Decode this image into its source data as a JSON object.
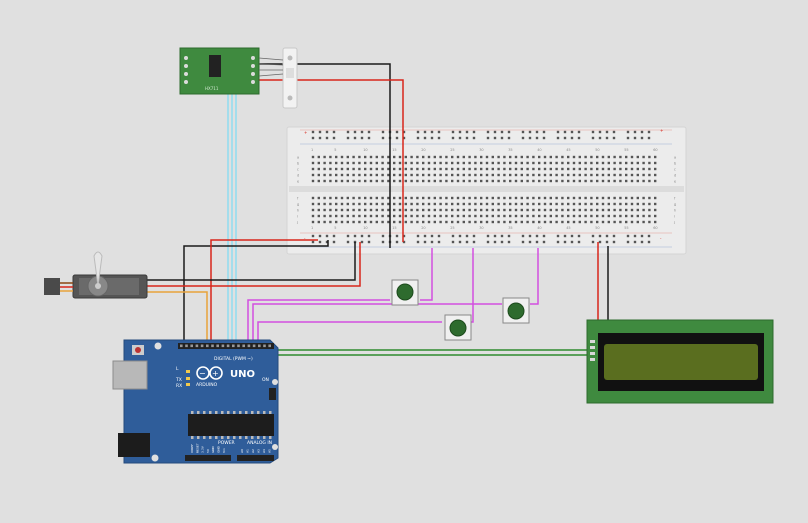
{
  "canvas": {
    "background": "#e0e0e0"
  },
  "breadboard": {
    "row_labels": [
      "a",
      "b",
      "c",
      "d",
      "e",
      "f",
      "g",
      "h",
      "i",
      "j"
    ],
    "column_labels": [
      "1",
      "5",
      "10",
      "15",
      "20",
      "25",
      "30",
      "35",
      "40",
      "45",
      "50",
      "55",
      "60"
    ],
    "rail_signs": [
      "+",
      "-"
    ]
  },
  "arduino": {
    "board_name": "UNO",
    "brand": "ARDUINO",
    "digital_label": "DIGITAL (PWM ~)",
    "analog_label": "ANALOG IN",
    "power_label": "POWER",
    "tx_label": "TX",
    "rx_label": "RX",
    "l_label": "L",
    "on_label": "ON",
    "ioref_labels": [
      "IOREF",
      "RESET",
      "3.3V",
      "5V",
      "GND",
      "GND",
      "Vin"
    ],
    "analog_pins": [
      "A0",
      "A1",
      "A2",
      "A3",
      "A4",
      "A5"
    ]
  },
  "hx711": {
    "label": "HX711"
  },
  "lcd": {
    "text": ""
  },
  "colors": {
    "wire_black": "#1a1a1a",
    "wire_red": "#d8261b",
    "wire_cyan": "#8fdcf0",
    "wire_magenta": "#d34fe0",
    "wire_orange": "#e8a23a",
    "wire_green": "#2e8b2e",
    "board_blue": "#2f5d9a",
    "pcb_green": "#3f8a3f",
    "lcd_screen": "#5a6e1f"
  }
}
